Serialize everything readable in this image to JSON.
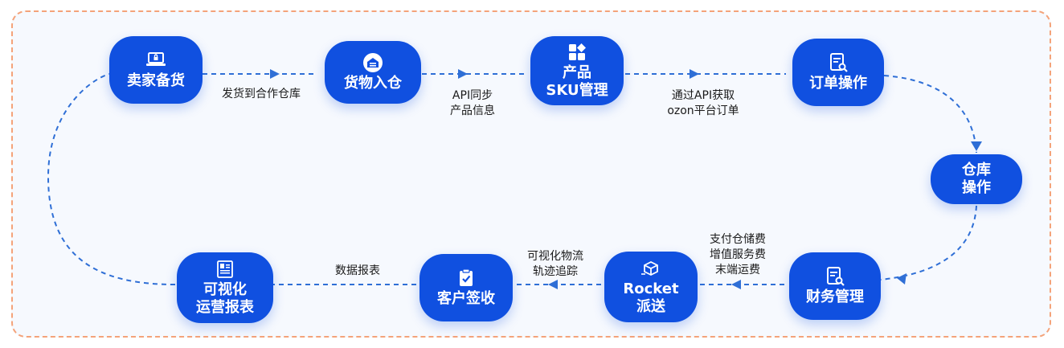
{
  "nodes": {
    "seller_stock": "卖家备货",
    "warehouse_in": "货物入仓",
    "product_sku": "产品\nSKU管理",
    "order_ops": "订单操作",
    "warehouse_ops": "仓库\n操作",
    "finance_mgmt": "财务管理",
    "rocket_delivery": "Rocket\n派送",
    "customer_sign": "客户签收",
    "visual_report": "可视化\n运营报表"
  },
  "edges": {
    "ship_to_warehouse": "发货到合作仓库",
    "api_sync": "API同步\n产品信息",
    "api_orders": "通过API获取\nozon平台订单",
    "fees": "支付仓储费\n增值服务费\n末端运费",
    "tracking": "可视化物流\n轨迹追踪",
    "data_report": "数据报表"
  },
  "icons": {
    "seller_stock": "laptop-lock-icon",
    "warehouse_in": "warehouse-icon",
    "product_sku": "grid-blocks-icon",
    "order_ops": "document-search-icon",
    "finance_mgmt": "document-search-icon",
    "rocket_delivery": "delivery-box-icon",
    "customer_sign": "clipboard-check-icon",
    "visual_report": "report-sheet-icon"
  },
  "colors": {
    "node_fill": "#1050e0",
    "connector": "#2f6fd6",
    "frame_border": "#f4a37a"
  }
}
